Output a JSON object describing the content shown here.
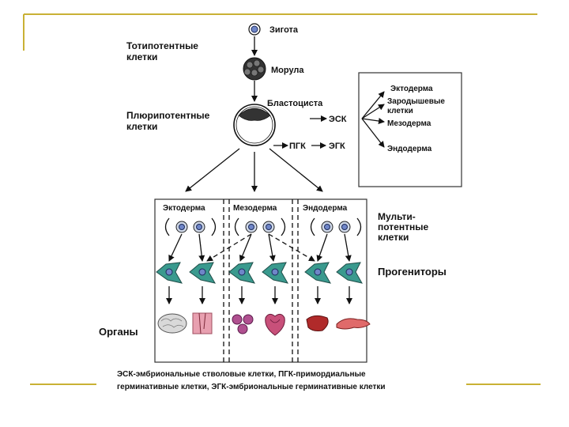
{
  "labels": {
    "zygote": "Зигота",
    "totipotent_1": "Тотипотентные",
    "totipotent_2": "клетки",
    "morula": "Морула",
    "blastocyst": "Бластоциста",
    "pluripotent_1": "Плюрипотентные",
    "pluripotent_2": "клетки",
    "esk": "ЭСК",
    "pgk": "ПГК",
    "egk": "ЭГК",
    "box_ectoderm": "Эктодерма",
    "box_germ_1": "Зародышевые",
    "box_germ_2": "клетки",
    "box_mesoderm": "Мезодерма",
    "box_endoderm": "Эндодерма",
    "col_ectoderm": "Эктодерма",
    "col_mesoderm": "Мезодерма",
    "col_endoderm": "Эндодерма",
    "multipotent_1": "Мульти-",
    "multipotent_2": "потентные",
    "multipotent_3": "клетки",
    "progenitors": "Прогениторы",
    "organs": "Органы",
    "caption_1": "ЭСК-эмбриональные стволовые клетки, ПГК-примордиальные",
    "caption_2": "герминативные клетки, ЭГК-эмбриональные герминативные клетки"
  },
  "colors": {
    "decor_line": "#c9b135",
    "cell_nucleus": "#6f86c8",
    "progenitor": "#3a9a8e",
    "organ_brain": "#d9d9d9",
    "organ_skin": "#e8a0b0",
    "organ_blood": "#b05090",
    "organ_heart": "#c8507a",
    "organ_liver": "#b02a2a",
    "organ_pancreas": "#e06a6a"
  }
}
